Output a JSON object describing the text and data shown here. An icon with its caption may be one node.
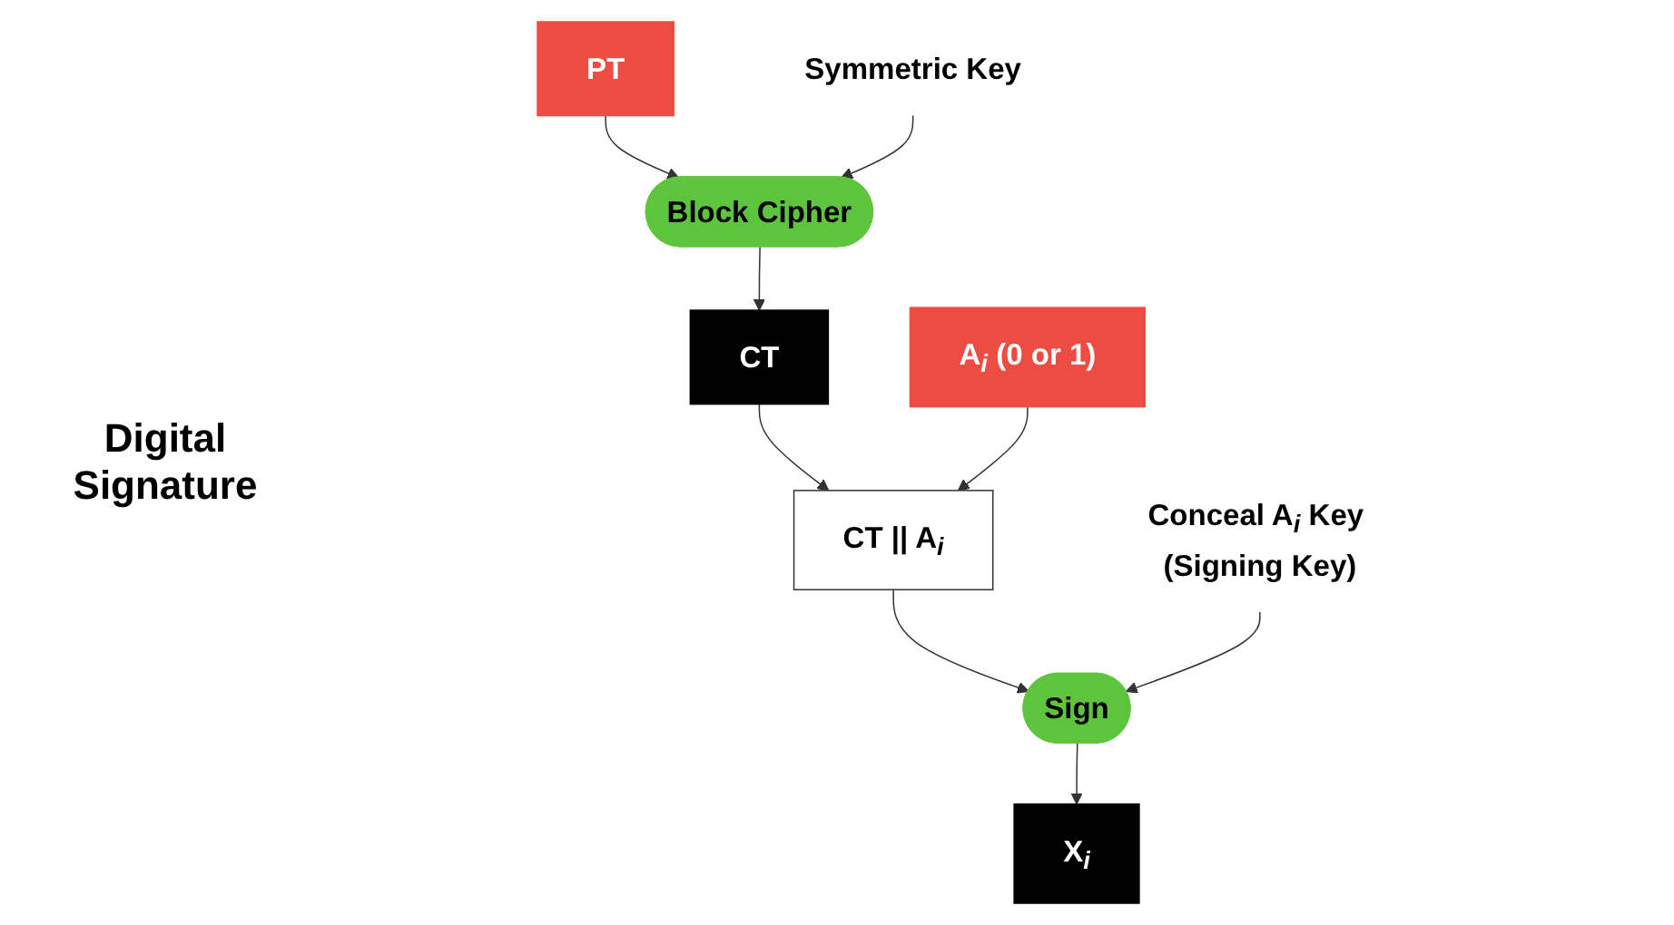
{
  "diagram": {
    "nodes": [
      {
        "text": [
          "PT"
        ]
      },
      {
        "text": [
          "A$_{i}$ (0 or 1)"
        ]
      },
      {
        "text": [
          "Block Cipher"
        ]
      },
      {
        "text": [
          "Symmetric Key"
        ]
      },
      {
        "text": [
          "CT"
        ]
      },
      {
        "text": [
          "CT || A$_{i}$"
        ]
      },
      {
        "text": [
          "Sign"
        ]
      },
      {
        "text": [
          "Conceal A$_{i}$ Key (Signing Key)"
        ]
      },
      {
        "text": [
          "X$_{i}$"
        ]
      }
    ],
    "edges": [
      {
        "from": 0,
        "to": 2,
        "arrow": "to"
      },
      {
        "from": 3,
        "to": 2,
        "arrow": "to"
      },
      {
        "from": 2,
        "to": 4,
        "arrow": "to"
      },
      {
        "from": 4,
        "to": 5,
        "arrow": "to"
      },
      {
        "from": 1,
        "to": 5,
        "arrow": "to"
      },
      {
        "from": 5,
        "to": 6,
        "arrow": "to"
      },
      {
        "from": 7,
        "to": 6,
        "arrow": "to"
      },
      {
        "from": 6,
        "to": 8,
        "arrow": "to"
      }
    ],
    "labels": [
      "Digital Signature"
    ]
  }
}
